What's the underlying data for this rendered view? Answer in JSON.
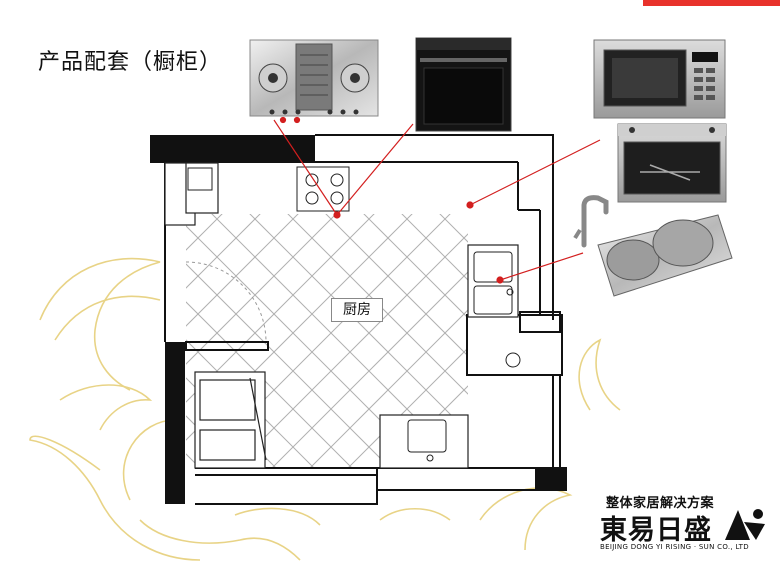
{
  "header": {
    "title": "产品配套（橱柜）",
    "accent_color": "#e8322b"
  },
  "plan": {
    "room_label": "厨房"
  },
  "products": [
    {
      "name": "gas-hob"
    },
    {
      "name": "built-in-oven"
    },
    {
      "name": "microwave-oven"
    },
    {
      "name": "steam-oven"
    },
    {
      "name": "sink-with-faucet"
    }
  ],
  "brand": {
    "tagline": "整体家居解决方案",
    "name": "東易日盛",
    "subtitle": "BEIJING DONG YI RISING · SUN CO., LTD"
  }
}
